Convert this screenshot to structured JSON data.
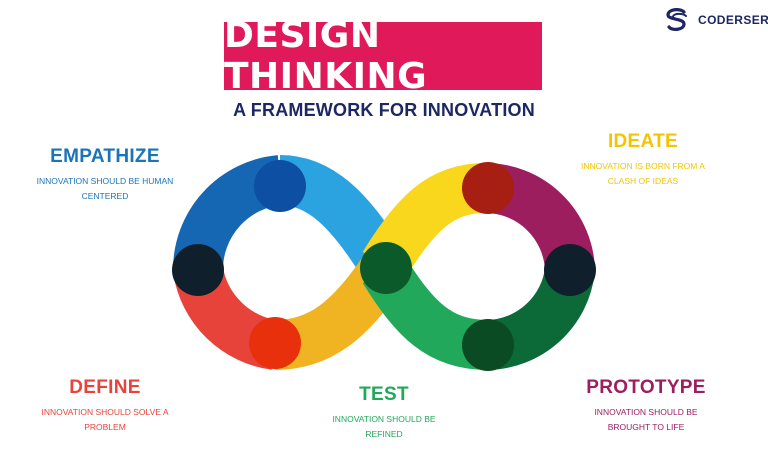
{
  "brand": {
    "name": "CODERSERA",
    "logo_icon": "coder-s-logo-icon"
  },
  "header": {
    "title": "DESIGN THINKING",
    "subtitle": "A FRAMEWORK FOR INNOVATION"
  },
  "stages": {
    "empathize": {
      "title": "EMPATHIZE",
      "desc_line1": "INNOVATION SHOULD BE HUMAN",
      "desc_line2": "CENTERED",
      "color": "#1a74ba"
    },
    "ideate": {
      "title": "IDEATE",
      "desc_line1": "INNOVATION IS BORN FROM A",
      "desc_line2": "CLASH OF IDEAS",
      "color": "#f5c400"
    },
    "define": {
      "title": "DEFINE",
      "desc_line1": "INNOVATION SHOULD SOLVE A",
      "desc_line2": "PROBLEM",
      "color": "#e8433a"
    },
    "test": {
      "title": "TEST",
      "desc_line1": "INNOVATION   SHOULD BE",
      "desc_line2": "REFINED",
      "color": "#22a85a"
    },
    "prototype": {
      "title": "PROTOTYPE",
      "desc_line1": "INNOVATION SHOULD BE",
      "desc_line2": "BROUGHT TO LIFE",
      "color": "#9c1e5e"
    }
  },
  "infinity_colors": {
    "blue_light": "#2aa3e0",
    "blue_dark": "#1566b3",
    "red": "#e8433a",
    "orange": "#f0b423",
    "yellow": "#f9d71c",
    "purple": "#9c1e5e",
    "green": "#22a85a",
    "dark_green": "#0b6a38",
    "node_dark": "#0f1f2c"
  }
}
